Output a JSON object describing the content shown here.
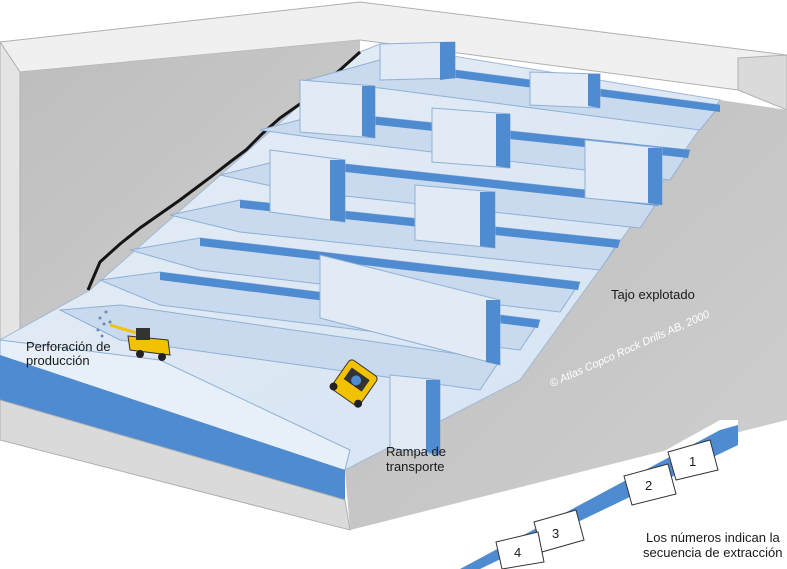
{
  "labels": {
    "production_drilling_line1": "Perforación de",
    "production_drilling_line2": "producción",
    "mined_stope": "Tajo explotado",
    "haulage_ramp_line1": "Rampa de",
    "haulage_ramp_line2": "transporte",
    "legend_line1": "Los números indican la",
    "legend_line2": "secuencia de extracción",
    "copyright": "© Atlas Copco Rock Drills AB, 2000"
  },
  "sequence_numbers": [
    "1",
    "2",
    "3",
    "4"
  ],
  "colors": {
    "rock_face": "#c6c6c6",
    "rock_side": "#d8d8d8",
    "rock_top": "#ededed",
    "ore_light": "#dde8f4",
    "ore_mid": "#bcd0e8",
    "ore_blue": "#4f8bd0",
    "machine_yellow": "#f2c200"
  }
}
